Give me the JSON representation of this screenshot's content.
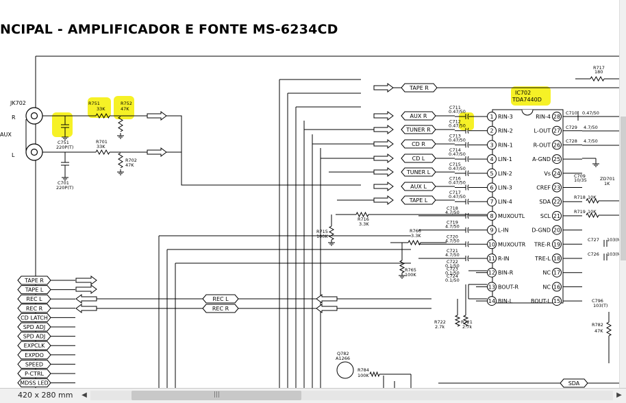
{
  "title": "NCIPAL - AMPLIFICADOR E FONTE MS-6234CD",
  "status": {
    "dimensions": "420 x 280 mm"
  },
  "jack": {
    "ref": "JK702",
    "r": "R",
    "l": "L",
    "aux": "AUX"
  },
  "input_parts": [
    {
      "ref": "R751",
      "val": "33K"
    },
    {
      "ref": "R752",
      "val": "47K"
    },
    {
      "ref": "C751",
      "val": "220P(T)"
    },
    {
      "ref": "R701",
      "val": "33K"
    },
    {
      "ref": "R702",
      "val": "47K"
    },
    {
      "ref": "C701",
      "val": "220P(T)"
    }
  ],
  "ic": {
    "ref": "IC702",
    "part": "TDA7440D"
  },
  "left_pins": [
    {
      "num": "1",
      "name": "RIN-3"
    },
    {
      "num": "2",
      "name": "RIN-2"
    },
    {
      "num": "3",
      "name": "RIN-1"
    },
    {
      "num": "4",
      "name": "LIN-1"
    },
    {
      "num": "5",
      "name": "LIN-2"
    },
    {
      "num": "6",
      "name": "LIN-3"
    },
    {
      "num": "7",
      "name": "LIN-4"
    },
    {
      "num": "8",
      "name": "MUXOUTL"
    },
    {
      "num": "9",
      "name": "L-IN"
    },
    {
      "num": "10",
      "name": "MUXOUTR"
    },
    {
      "num": "11",
      "name": "R-IN"
    },
    {
      "num": "12",
      "name": "BIN-R"
    },
    {
      "num": "13",
      "name": "BOUT-R"
    },
    {
      "num": "14",
      "name": "BIN-L"
    }
  ],
  "right_pins": [
    {
      "num": "28",
      "name": "RIN-4"
    },
    {
      "num": "27",
      "name": "L-OUT"
    },
    {
      "num": "26",
      "name": "R-OUT"
    },
    {
      "num": "25",
      "name": "A-GND"
    },
    {
      "num": "24",
      "name": "Vs"
    },
    {
      "num": "23",
      "name": "CREF"
    },
    {
      "num": "22",
      "name": "SDA"
    },
    {
      "num": "21",
      "name": "SCL"
    },
    {
      "num": "20",
      "name": "D-GND"
    },
    {
      "num": "19",
      "name": "TRE-R"
    },
    {
      "num": "18",
      "name": "TRE-L"
    },
    {
      "num": "17",
      "name": "NC"
    },
    {
      "num": "16",
      "name": "NC"
    },
    {
      "num": "15",
      "name": "BOUT-L"
    }
  ],
  "input_caps": [
    {
      "ref": "C711",
      "val": "0.47/50"
    },
    {
      "ref": "C712",
      "val": "0.47/50"
    },
    {
      "ref": "C713",
      "val": "0.47/50"
    },
    {
      "ref": "C714",
      "val": "0.47/50"
    },
    {
      "ref": "C715",
      "val": "0.47/50"
    },
    {
      "ref": "C716",
      "val": "0.47/50"
    },
    {
      "ref": "C717",
      "val": "0.47/50"
    },
    {
      "ref": "C718",
      "val": "4.7/50"
    },
    {
      "ref": "C719",
      "val": "4.7/50"
    },
    {
      "ref": "C720",
      "val": "4.7/50"
    },
    {
      "ref": "C721",
      "val": "4.7/50"
    },
    {
      "ref": "C722",
      "val": "0.1/50"
    },
    {
      "ref": "C723",
      "val": "0.1/50"
    },
    {
      "ref": "C724",
      "val": "0.1/50"
    }
  ],
  "signal_boxes": [
    "TAPE R",
    "AUX R",
    "TUNER R",
    "CD R",
    "CD L",
    "TUNER L",
    "AUX L",
    "TAPE L"
  ],
  "connector_labels": [
    "TAPE R",
    "TAPE L",
    "REC L",
    "REC R",
    "CD LATCH",
    "SPD ADJ",
    "SPD ADJ",
    "EXPCLK",
    "EXPDO",
    "SPEED",
    "P-CTRL",
    "MDSS LED"
  ],
  "rec_boxes": [
    "REC L",
    "REC R"
  ],
  "misc_parts": [
    {
      "ref": "R717",
      "val": "180"
    },
    {
      "ref": "R716",
      "val": "3.3K"
    },
    {
      "ref": "R715",
      "val": "100K"
    },
    {
      "ref": "R766",
      "val": "3.3K"
    },
    {
      "ref": "R765",
      "val": "100K"
    },
    {
      "ref": "R722",
      "val": "2.7k"
    },
    {
      "ref": "R721",
      "val": "2.7k"
    },
    {
      "ref": "C710",
      "val": "0.47/50"
    },
    {
      "ref": "C729",
      "val": "4.7/50"
    },
    {
      "ref": "C728",
      "val": "4.7/50"
    },
    {
      "ref": "C709",
      "val": "10/35"
    },
    {
      "ref": "ZD701",
      "val": "1K"
    },
    {
      "ref": "R718",
      "val": "10K"
    },
    {
      "ref": "R719",
      "val": "10K"
    },
    {
      "ref": "C727",
      "val": "103(M"
    },
    {
      "ref": "C726",
      "val": "103(M"
    },
    {
      "ref": "C796",
      "val": "103(T)"
    },
    {
      "ref": "R782",
      "val": "47K"
    },
    {
      "ref": "Q782",
      "val": "A1266"
    },
    {
      "ref": "R784",
      "val": "100K"
    }
  ],
  "sda_box": "SDA"
}
